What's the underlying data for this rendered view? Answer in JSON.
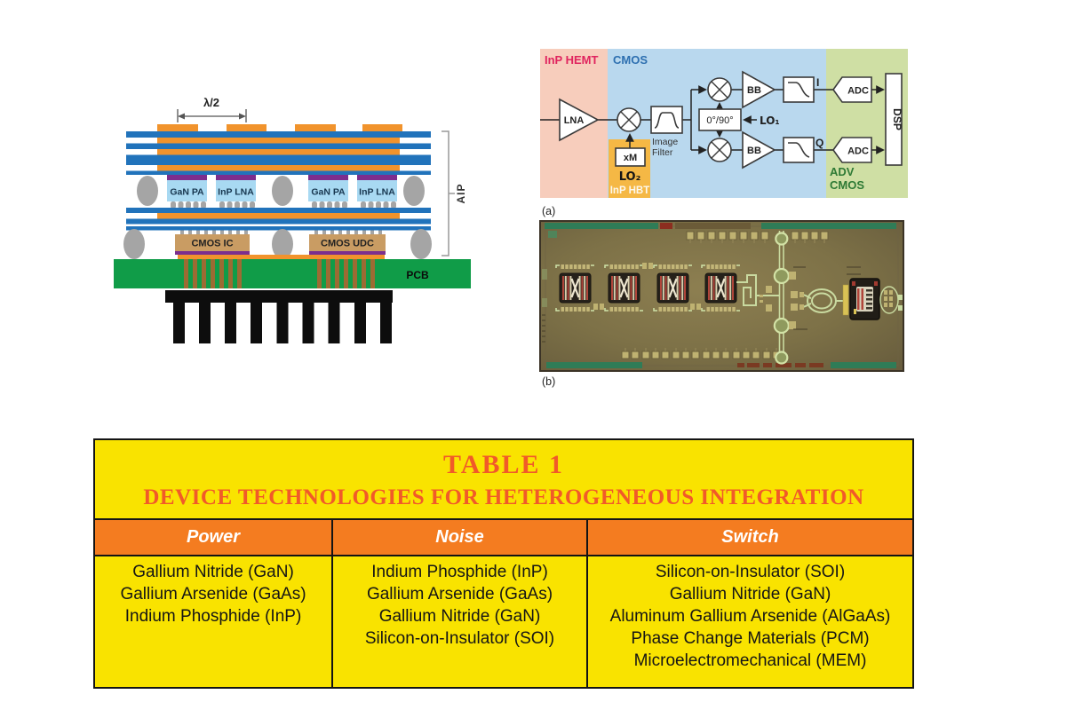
{
  "stack_diagram": {
    "half_wavelength": "λ/2",
    "chips_row1": [
      "GaN PA",
      "InP LNA",
      "GaN PA",
      "InP LNA"
    ],
    "chips_row2": [
      "CMOS IC",
      "CMOS UDC"
    ],
    "pcb": "PCB",
    "aip": "AIP",
    "colors": {
      "substrate_blue": "#2173bb",
      "metal_orange": "#f1932c",
      "die_attach_purple": "#7c2e8e",
      "chip_light_blue": "#a8d9f2",
      "chip_tan": "#c99c63",
      "pcb_green": "#109c48",
      "solder_gray": "#a5a5a5",
      "heatsink_black": "#0d0d0d"
    }
  },
  "block_diagram": {
    "caption": "(a)",
    "regions": {
      "inp_hemt": "InP HEMT",
      "cmos": "CMOS",
      "adv_line1": "ADV",
      "adv_line2": "CMOS",
      "inp_hbt": "InP HBT"
    },
    "blocks": {
      "lna": "LNA",
      "multiplier": "xM",
      "lo2": "LO₂",
      "image_filter_line1": "Image",
      "image_filter_line2": "Filter",
      "phase_shifter": "0°/90°",
      "lo1": "LO₁",
      "bb": "BB",
      "i": "I",
      "q": "Q",
      "adc": "ADC",
      "dsp": "DSP"
    },
    "colors": {
      "inp_hemt_bg": "#f7cdbc",
      "cmos_bg": "#b9d8ee",
      "inp_hbt_bg": "#f5b845",
      "adv_cmos_bg": "#cfdfa4",
      "inp_hemt_label": "#e0245e",
      "cmos_label": "#2d6fb0",
      "adv_cmos_label": "#2e7a35"
    }
  },
  "die_photo": {
    "caption": "(b)"
  },
  "table": {
    "title": "TABLE 1",
    "subtitle": "DEVICE TECHNOLOGIES FOR HETEROGENEOUS INTEGRATION",
    "columns": [
      "Power",
      "Noise",
      "Switch"
    ],
    "power": [
      "Gallium Nitride (GaN)",
      "Gallium Arsenide (GaAs)",
      "Indium Phosphide (InP)"
    ],
    "noise": [
      "Indium Phosphide (InP)",
      "Gallium Arsenide (GaAs)",
      "Gallium Nitride (GaN)",
      "Silicon-on-Insulator (SOI)"
    ],
    "switch": [
      "Silicon-on-Insulator (SOI)",
      "Gallium Nitride (GaN)",
      "Aluminum Gallium Arsenide (AlGaAs)",
      "Phase Change Materials (PCM)",
      "Microelectromechanical (MEM)"
    ],
    "colors": {
      "panel_yellow": "#f9e300",
      "header_orange": "#f47c20",
      "accent_orange": "#f15a29"
    }
  }
}
